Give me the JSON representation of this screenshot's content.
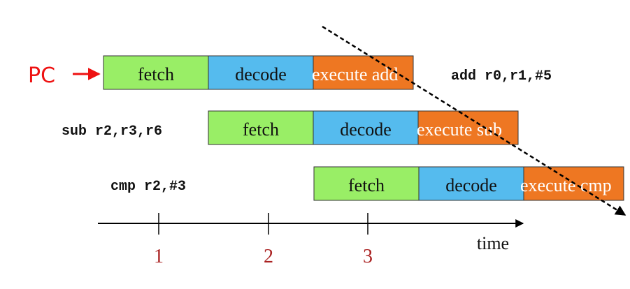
{
  "colors": {
    "fetch": "#99ee66",
    "decode": "#55bbee",
    "execute": "#ee7722",
    "pc": "#ee1111",
    "tick_label": "#aa2222",
    "outline": "#333333",
    "text": "#111111",
    "exec_text": "#ffffff"
  },
  "pc_label": "PC",
  "instructions": [
    {
      "text": "add r0,r1,#5",
      "stages": [
        {
          "kind": "fetch",
          "label": "fetch"
        },
        {
          "kind": "decode",
          "label": "decode"
        },
        {
          "kind": "execute",
          "label": "execute add"
        }
      ]
    },
    {
      "text": "sub r2,r3,r6",
      "stages": [
        {
          "kind": "fetch",
          "label": "fetch"
        },
        {
          "kind": "decode",
          "label": "decode"
        },
        {
          "kind": "execute",
          "label": "execute sub"
        }
      ]
    },
    {
      "text": "cmp r2,#3",
      "stages": [
        {
          "kind": "fetch",
          "label": "fetch"
        },
        {
          "kind": "decode",
          "label": "decode"
        },
        {
          "kind": "execute",
          "label": "execute cmp"
        }
      ]
    }
  ],
  "timeline": {
    "label": "time",
    "ticks": [
      "1",
      "2",
      "3"
    ]
  }
}
